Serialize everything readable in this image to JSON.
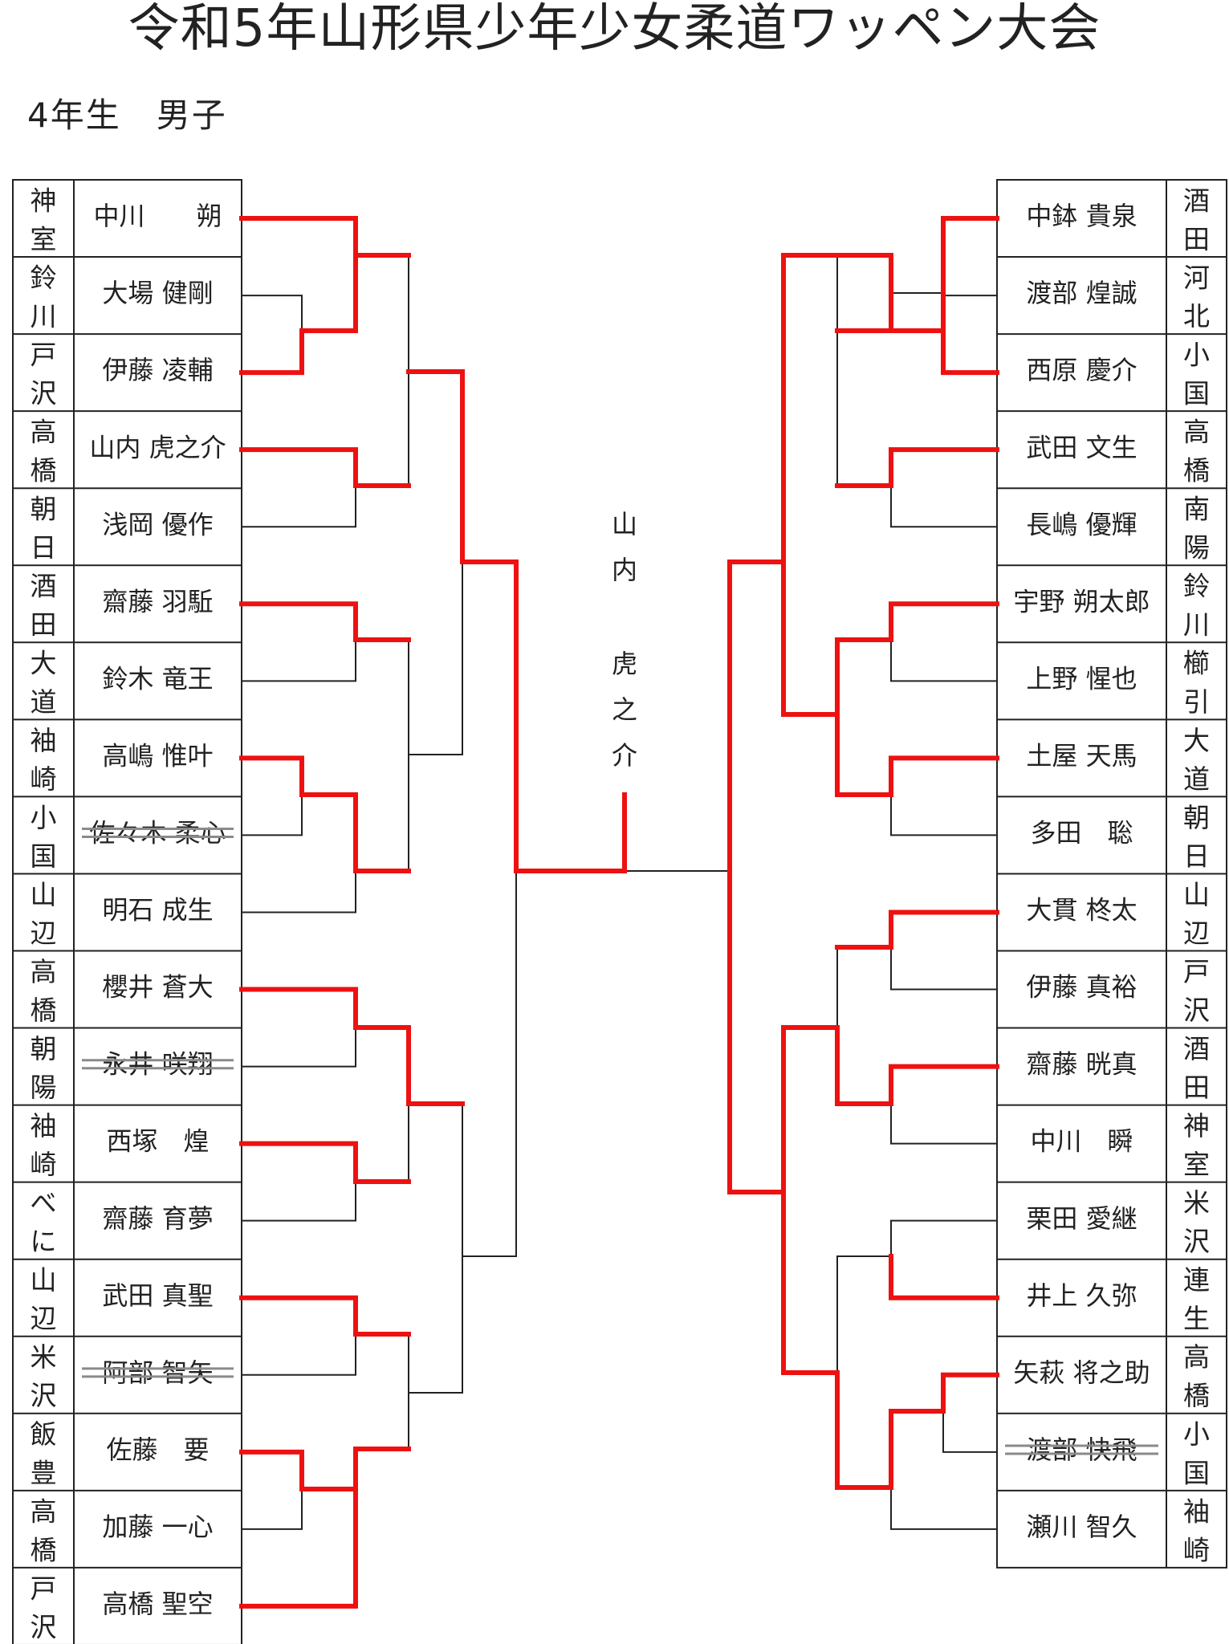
{
  "title": "令和5年山形県少年少女柔道ワッペン大会",
  "subtitle": "4年生　男子",
  "winner": "山内　虎之介",
  "colors": {
    "line": "#222222",
    "win": "#ee1111",
    "strike": "#8a8a8a"
  },
  "left_entries": [
    {
      "team": "神室",
      "name": "中川　　朔",
      "withdrawn": false
    },
    {
      "team": "鈴川",
      "name": "大場 健剛",
      "withdrawn": false
    },
    {
      "team": "戸沢",
      "name": "伊藤 凌輔",
      "withdrawn": false
    },
    {
      "team": "高橋",
      "name": "山内 虎之介",
      "withdrawn": false
    },
    {
      "team": "朝日",
      "name": "浅岡 優作",
      "withdrawn": false
    },
    {
      "team": "酒田",
      "name": "齋藤 羽駈",
      "withdrawn": false
    },
    {
      "team": "大道",
      "name": "鈴木 竜王",
      "withdrawn": false
    },
    {
      "team": "袖崎",
      "name": "高嶋 惟叶",
      "withdrawn": false
    },
    {
      "team": "小国",
      "name": "佐々木 柔心",
      "withdrawn": true
    },
    {
      "team": "山辺",
      "name": "明石 成生",
      "withdrawn": false
    },
    {
      "team": "高橋",
      "name": "櫻井 蒼大",
      "withdrawn": false
    },
    {
      "team": "朝陽",
      "name": "永井 咲翔",
      "withdrawn": true
    },
    {
      "team": "袖崎",
      "name": "西塚　煌",
      "withdrawn": false
    },
    {
      "team": "べに",
      "name": "齋藤 育夢",
      "withdrawn": false
    },
    {
      "team": "山辺",
      "name": "武田 真聖",
      "withdrawn": false
    },
    {
      "team": "米沢",
      "name": "阿部 智矢",
      "withdrawn": true
    },
    {
      "team": "飯豊",
      "name": "佐藤　要",
      "withdrawn": false
    },
    {
      "team": "高橋",
      "name": "加藤 一心",
      "withdrawn": false
    },
    {
      "team": "戸沢",
      "name": "高橋 聖空",
      "withdrawn": false
    }
  ],
  "right_entries": [
    {
      "team": "酒田",
      "name": "中鉢 貴泉",
      "withdrawn": false
    },
    {
      "team": "河北",
      "name": "渡部 煌誠",
      "withdrawn": false
    },
    {
      "team": "小国",
      "name": "西原 慶介",
      "withdrawn": false
    },
    {
      "team": "高橋",
      "name": "武田 文生",
      "withdrawn": false
    },
    {
      "team": "南陽",
      "name": "長嶋 優輝",
      "withdrawn": false
    },
    {
      "team": "鈴川",
      "name": "宇野 朔太郎",
      "withdrawn": false
    },
    {
      "team": "櫛引",
      "name": "上野 惺也",
      "withdrawn": false
    },
    {
      "team": "大道",
      "name": "土屋 天馬",
      "withdrawn": false
    },
    {
      "team": "朝日",
      "name": "多田　聡",
      "withdrawn": false
    },
    {
      "team": "山辺",
      "name": "大貫 柊太",
      "withdrawn": false
    },
    {
      "team": "戸沢",
      "name": "伊藤 真裕",
      "withdrawn": false
    },
    {
      "team": "酒田",
      "name": "齋藤 晄真",
      "withdrawn": false
    },
    {
      "team": "神室",
      "name": "中川　瞬",
      "withdrawn": false
    },
    {
      "team": "米沢",
      "name": "栗田 愛継",
      "withdrawn": false
    },
    {
      "team": "連生",
      "name": "井上 久弥",
      "withdrawn": false
    },
    {
      "team": "高橋",
      "name": "矢萩 将之助",
      "withdrawn": false
    },
    {
      "team": "小国",
      "name": "渡部 快飛",
      "withdrawn": true
    },
    {
      "team": "袖崎",
      "name": "瀬川 智久",
      "withdrawn": false
    }
  ],
  "left_bracket": [
    {
      "a": 0,
      "b": [
        1,
        2
      ],
      "w": "a"
    },
    {
      "a": [
        1,
        2
      ],
      "w": "b"
    },
    {
      "a": 3,
      "b": 4,
      "w": "a"
    },
    {
      "a": 5,
      "b": 6,
      "w": "a"
    },
    {
      "a": 7,
      "b": 8,
      "w": "a"
    },
    {
      "a": 10,
      "b": 11,
      "w": "a"
    },
    {
      "a": 12,
      "b": 13,
      "w": "a"
    },
    {
      "a": 14,
      "b": 15,
      "w": "a"
    },
    {
      "a": 16,
      "b": 17,
      "w": "a"
    }
  ],
  "right_bracket": []
}
